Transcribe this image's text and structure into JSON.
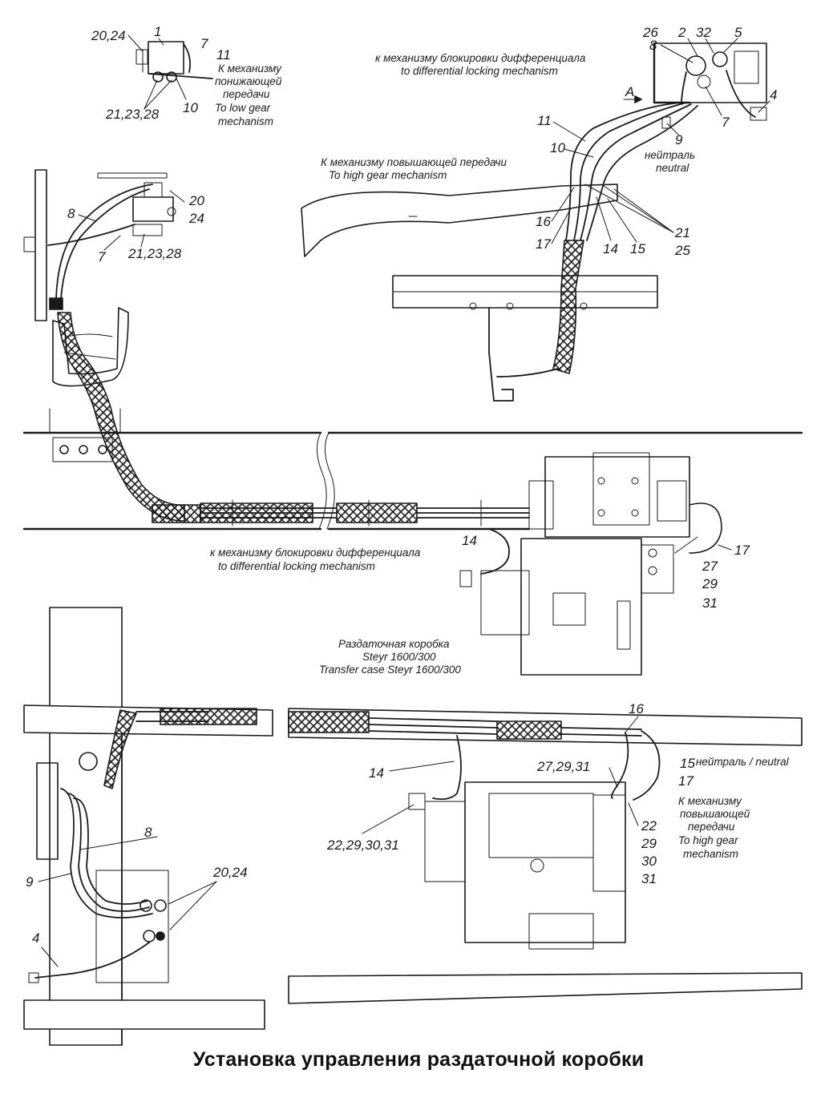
{
  "title": "Установка управления раздаточной коробки",
  "colors": {
    "ink": "#1a1a1a",
    "background": "#ffffff"
  },
  "callouts": {
    "tl_20_24": "20,24",
    "tl_1": "1",
    "tl_7": "7",
    "tl_11": "11",
    "tl_21_23_28": "21,23,28",
    "tl_10": "10",
    "cab_20": "20",
    "cab_24": "24",
    "cab_8": "8",
    "cab_7": "7",
    "cab_21_23_28": "21,23,28",
    "tr_26": "26",
    "tr_2": "2",
    "tr_32": "32",
    "tr_5": "5",
    "tr_8": "8",
    "tr_A": "A",
    "tr_4": "4",
    "tr_7": "7",
    "tr_11": "11",
    "tr_10": "10",
    "tr_9": "9",
    "tr_16": "16",
    "tr_17": "17",
    "tr_14": "14",
    "tr_15": "15",
    "tr_21": "21",
    "tr_25": "25",
    "mid_14": "14",
    "mid_17": "17",
    "mid_27": "27",
    "mid_29": "29",
    "mid_31": "31",
    "br_16": "16",
    "br_14": "14",
    "br_27_29_31": "27,29,31",
    "br_15": "15",
    "br_17": "17",
    "br_22_29_30_31": "22,29,30,31",
    "br_22": "22",
    "br_29": "29",
    "br_30": "30",
    "br_31": "31",
    "bl_8": "8",
    "bl_20_24": "20,24",
    "bl_9": "9",
    "bl_4": "4"
  },
  "notes": {
    "low_gear": [
      "К механизму",
      "понижающей",
      "передачи",
      "To low gear",
      "mechanism"
    ],
    "diff_lock_top": [
      "к механизму блокировки дифференциала",
      "to differential  locking mechanism"
    ],
    "high_gear_top": [
      "К механизму повышающей передачи",
      "To high gear mechanism"
    ],
    "neutral_top": [
      "нейтраль",
      "neutral"
    ],
    "diff_lock_mid": [
      "к механизму блокировки дифференциала",
      "to differential  locking mechanism"
    ],
    "transfer_case": [
      "Раздаточная коробка",
      "Steyr 1600/300",
      "Transfer case Steyr 1600/300"
    ],
    "neutral_br": "нейтраль / neutral",
    "high_gear_br": [
      "К механизму",
      "повышающей",
      "передачи",
      "To high gear",
      "mechanism"
    ]
  },
  "icons": [
    "pneumatic-valve-icon",
    "cable-bundle-icon",
    "transfer-case-icon"
  ]
}
